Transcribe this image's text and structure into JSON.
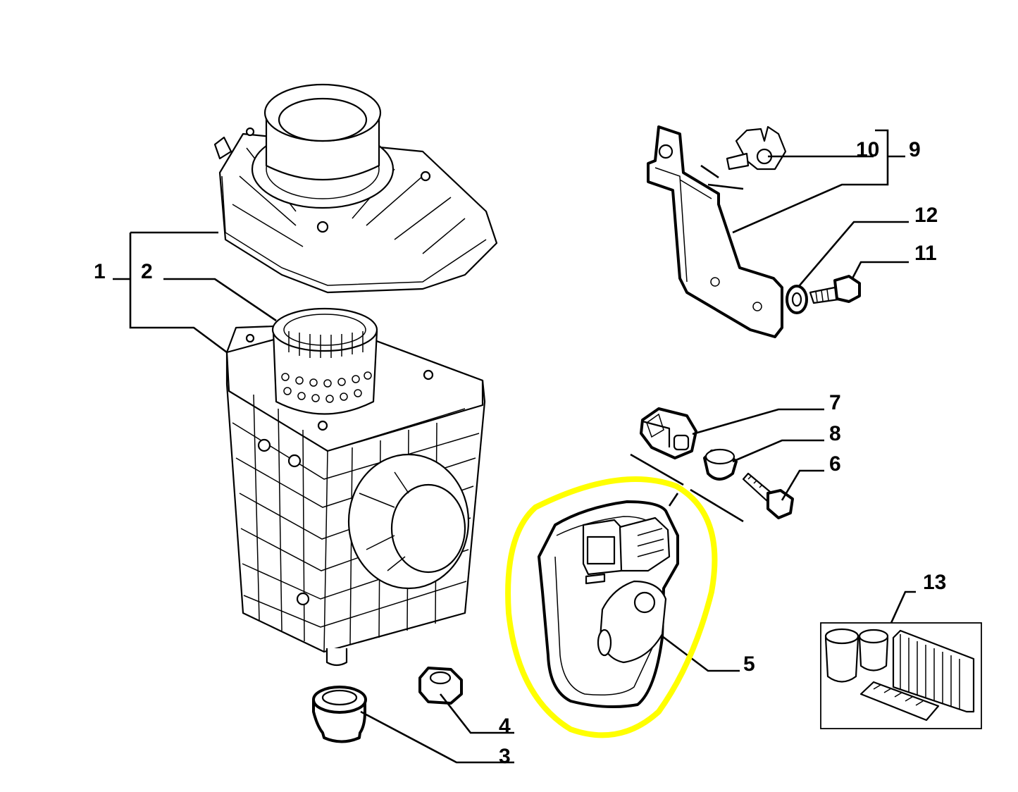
{
  "callouts": [
    {
      "id": "1",
      "text": "1"
    },
    {
      "id": "2",
      "text": "2"
    },
    {
      "id": "3",
      "text": "3"
    },
    {
      "id": "4",
      "text": "4"
    },
    {
      "id": "5",
      "text": "5"
    },
    {
      "id": "6",
      "text": "6"
    },
    {
      "id": "7",
      "text": "7"
    },
    {
      "id": "8",
      "text": "8"
    },
    {
      "id": "9",
      "text": "9"
    },
    {
      "id": "10",
      "text": "10"
    },
    {
      "id": "11",
      "text": "11"
    },
    {
      "id": "12",
      "text": "12"
    },
    {
      "id": "13",
      "text": "13"
    }
  ],
  "parts": {
    "housing_cover": "air-filter-cover",
    "filter_element": "filter-cartridge",
    "housing_body": "air-filter-housing",
    "grommet": "rubber-grommet",
    "nut": "hex-nut",
    "resonator": "air-intake-resonator",
    "bolt": "hex-bolt",
    "clip": "fastener-clip",
    "spacer": "bushing",
    "bracket": "mounting-bracket",
    "clamp": "hose-clamp",
    "washer": "washer",
    "screw": "bracket-bolt",
    "kit": "filter-kit"
  },
  "highlight": {
    "color": "#ffff00",
    "target": "5"
  },
  "colors": {
    "line": "#000000",
    "background": "#ffffff"
  }
}
